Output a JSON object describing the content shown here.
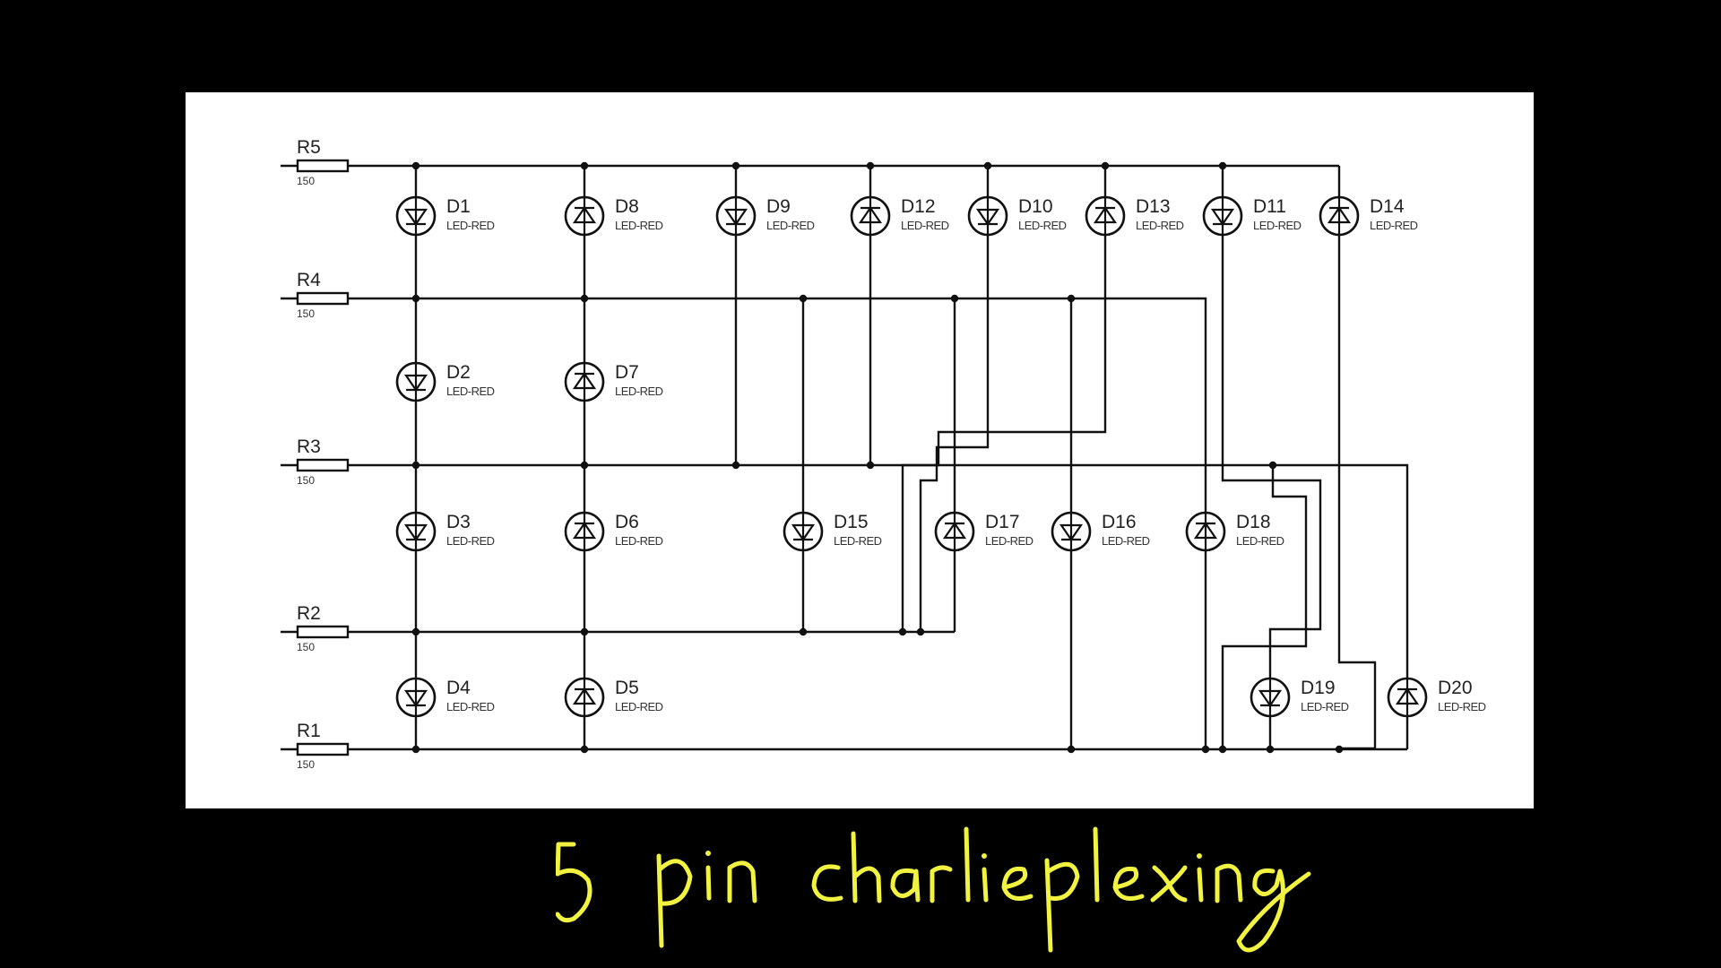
{
  "diagram": {
    "resistors": [
      {
        "name": "R5",
        "value": "150"
      },
      {
        "name": "R4",
        "value": "150"
      },
      {
        "name": "R3",
        "value": "150"
      },
      {
        "name": "R2",
        "value": "150"
      },
      {
        "name": "R1",
        "value": "150"
      }
    ],
    "leds": [
      {
        "name": "D1",
        "type": "LED-RED",
        "dir": "down"
      },
      {
        "name": "D8",
        "type": "LED-RED",
        "dir": "up"
      },
      {
        "name": "D9",
        "type": "LED-RED",
        "dir": "down"
      },
      {
        "name": "D12",
        "type": "LED-RED",
        "dir": "up"
      },
      {
        "name": "D10",
        "type": "LED-RED",
        "dir": "down"
      },
      {
        "name": "D13",
        "type": "LED-RED",
        "dir": "up"
      },
      {
        "name": "D11",
        "type": "LED-RED",
        "dir": "down"
      },
      {
        "name": "D14",
        "type": "LED-RED",
        "dir": "up"
      },
      {
        "name": "D2",
        "type": "LED-RED",
        "dir": "down"
      },
      {
        "name": "D7",
        "type": "LED-RED",
        "dir": "up"
      },
      {
        "name": "D3",
        "type": "LED-RED",
        "dir": "down"
      },
      {
        "name": "D6",
        "type": "LED-RED",
        "dir": "up"
      },
      {
        "name": "D15",
        "type": "LED-RED",
        "dir": "down"
      },
      {
        "name": "D17",
        "type": "LED-RED",
        "dir": "up"
      },
      {
        "name": "D16",
        "type": "LED-RED",
        "dir": "down"
      },
      {
        "name": "D18",
        "type": "LED-RED",
        "dir": "up"
      },
      {
        "name": "D4",
        "type": "LED-RED",
        "dir": "down"
      },
      {
        "name": "D5",
        "type": "LED-RED",
        "dir": "up"
      },
      {
        "name": "D19",
        "type": "LED-RED",
        "dir": "down"
      },
      {
        "name": "D20",
        "type": "LED-RED",
        "dir": "up"
      }
    ]
  },
  "caption": "5 pin charlieplexing",
  "colors": {
    "background": "#000000",
    "panel": "#ffffff",
    "ink": "#111111",
    "caption": "#f2f240"
  }
}
